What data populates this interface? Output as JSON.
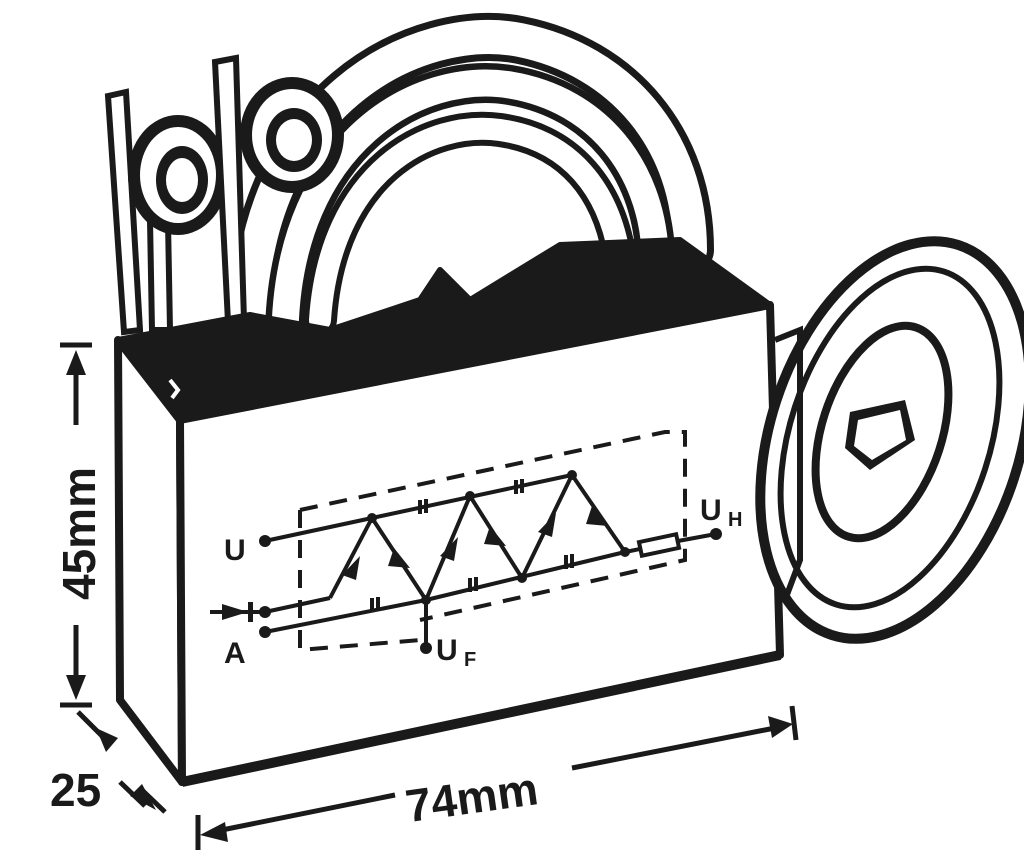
{
  "dimensions": {
    "height_label": "45mm",
    "width_label": "74mm",
    "depth_label": "25"
  },
  "terminals": {
    "u": "U",
    "a": "A",
    "uh_main": "U",
    "uh_sub": "H",
    "uf_main": "U",
    "uf_sub": "F"
  },
  "colors": {
    "ink": "#1a1a1a",
    "paper": "#ffffff"
  }
}
